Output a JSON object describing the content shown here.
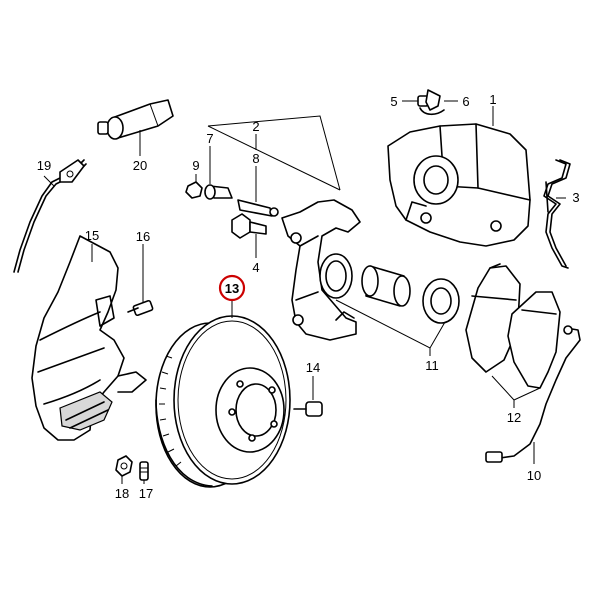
{
  "labels": {
    "p1": "1",
    "p2": "2",
    "p3": "3",
    "p4": "4",
    "p5": "5",
    "p6": "6",
    "p7": "7",
    "p8": "8",
    "p9": "9",
    "p10": "10",
    "p11": "11",
    "p12": "12",
    "p13": "13",
    "p14": "14",
    "p15": "15",
    "p16": "16",
    "p17": "17",
    "p18": "18",
    "p19": "19",
    "p20": "20"
  },
  "highlight": {
    "part": "13",
    "color": "#cc0000"
  }
}
